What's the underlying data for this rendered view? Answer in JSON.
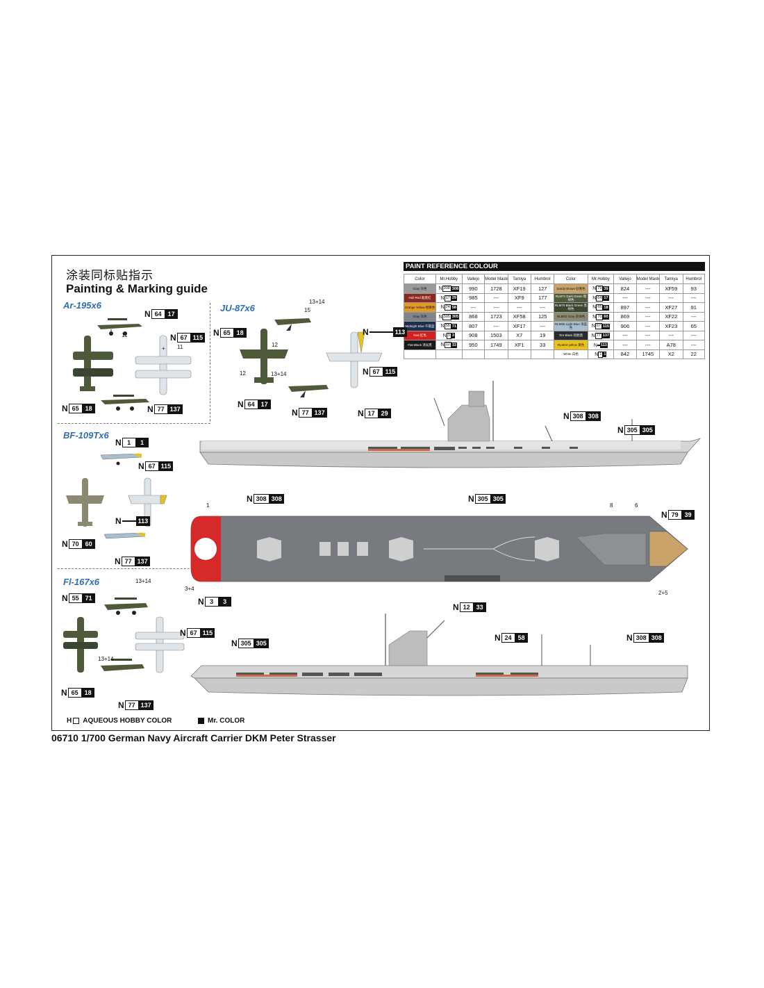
{
  "header": {
    "title_cn": "涂装同标贴指示",
    "title_en": "Painting & Marking guide"
  },
  "aircraft": [
    {
      "name": "Ar-195x6"
    },
    {
      "name": "JU-87x6"
    },
    {
      "name": "BF-109Tx6"
    },
    {
      "name": "Fl-167x6"
    }
  ],
  "paint_table": {
    "title": "PAINT REFERENCE COLOUR",
    "headers": [
      "Color",
      "Mr.Hobby",
      "Vallejo",
      "Model Master",
      "Tamiya",
      "Humbrol"
    ],
    "left": [
      {
        "color_name": "Gray 灰色",
        "swatch": "#9a9a9a",
        "h": "308",
        "m": "308",
        "vallejo": "990",
        "mm": "1728",
        "tamiya": "XF19",
        "humbrol": "127"
      },
      {
        "color_name": "Hull Red 船底红",
        "swatch": "#8a2a1e",
        "h": "17",
        "m": "29",
        "vallejo": "985",
        "mm": "---",
        "tamiya": "XF9",
        "humbrol": "177"
      },
      {
        "color_name": "Orange Yellow 橙黄色",
        "swatch": "#e19a2a",
        "h": "24",
        "m": "58",
        "vallejo": "---",
        "mm": "---",
        "tamiya": "---",
        "humbrol": "---"
      },
      {
        "color_name": "Gray 灰色",
        "swatch": "#7f858a",
        "h": "305",
        "m": "305",
        "vallejo": "868",
        "mm": "1723",
        "tamiya": "XF58",
        "humbrol": "125"
      },
      {
        "color_name": "Midnight Blue 午夜蓝",
        "swatch": "#1e2d4a",
        "h": "55",
        "m": "71",
        "vallejo": "807",
        "mm": "---",
        "tamiya": "XF17",
        "humbrol": "---"
      },
      {
        "color_name": "Red 红色",
        "swatch": "#d21f1f",
        "h": "3",
        "m": "3",
        "vallejo": "908",
        "mm": "1503",
        "tamiya": "X7",
        "humbrol": "19"
      },
      {
        "color_name": "Flat Black 消光黑",
        "swatch": "#1a1a1a",
        "h": "12",
        "m": "33",
        "vallejo": "950",
        "mm": "1749",
        "tamiya": "XF1",
        "humbrol": "33"
      }
    ],
    "right": [
      {
        "color_name": "Sandy Brown 砂黄色",
        "swatch": "#c9a36a",
        "h": "79",
        "m": "39",
        "vallejo": "824",
        "mm": "---",
        "tamiya": "XF59",
        "humbrol": "93"
      },
      {
        "color_name": "RLM71 Dark Green 暗绿色",
        "swatch": "#4f5a3a",
        "h": "64",
        "m": "17",
        "vallejo": "---",
        "mm": "---",
        "tamiya": "---",
        "humbrol": "---"
      },
      {
        "color_name": "RLM70 Black Green 黑绿色",
        "swatch": "#3a4532",
        "h": "65",
        "m": "18",
        "vallejo": "897",
        "mm": "---",
        "tamiya": "XF27",
        "humbrol": "91"
      },
      {
        "color_name": "RLM02 Gray 灰绿色",
        "swatch": "#8b8a70",
        "h": "70",
        "m": "60",
        "vallejo": "869",
        "mm": "---",
        "tamiya": "XF22",
        "humbrol": "---"
      },
      {
        "color_name": "RLM65 Light Blue 浅蓝色",
        "swatch": "#a9bfcf",
        "h": "67",
        "m": "115",
        "vallejo": "906",
        "mm": "---",
        "tamiya": "XF23",
        "humbrol": "65"
      },
      {
        "color_name": "Tire Black 轮胎黑",
        "swatch": "#2b2b2b",
        "h": "77",
        "m": "137",
        "vallejo": "---",
        "mm": "---",
        "tamiya": "---",
        "humbrol": "---"
      },
      {
        "color_name": "RLM04 yellow 黄色",
        "swatch": "#e8c21a",
        "h": "",
        "m": "113",
        "vallejo": "---",
        "mm": "---",
        "tamiya": "A78",
        "humbrol": "---"
      },
      {
        "color_name": "White 白色",
        "swatch": "#ffffff",
        "h": "1",
        "m": "1",
        "vallejo": "842",
        "mm": "1745",
        "tamiya": "X2",
        "humbrol": "22"
      }
    ]
  },
  "callouts": {
    "n": "N",
    "c_64_17": [
      "64",
      "17"
    ],
    "c_67_115": [
      "67",
      "115"
    ],
    "c_65_18": [
      "65",
      "18"
    ],
    "c_77_137": [
      "77",
      "137"
    ],
    "c_blank_113": [
      "",
      "113"
    ],
    "c_1_1": [
      "1",
      "1"
    ],
    "c_70_60": [
      "70",
      "60"
    ],
    "c_55_71": [
      "55",
      "71"
    ],
    "c_17_29": [
      "17",
      "29"
    ],
    "c_308_308": [
      "308",
      "308"
    ],
    "c_305_305": [
      "305",
      "305"
    ],
    "c_79_39": [
      "79",
      "39"
    ],
    "c_3_3": [
      "3",
      "3"
    ],
    "c_12_33": [
      "12",
      "33"
    ],
    "c_24_58": [
      "24",
      "58"
    ]
  },
  "part_numbers": {
    "p11": "11",
    "p12": "12",
    "p13_14": "13+14",
    "p15": "15",
    "p1": "1",
    "p8": "8",
    "p6": "6",
    "p3_4": "3+4",
    "p2_5": "2+5"
  },
  "legend": {
    "aqueous_prefix": "H",
    "aqueous": "AQUEOUS HOBBY COLOR",
    "mr_color": "Mr. COLOR"
  },
  "footer": {
    "caption": "06710 1/700 German Navy Aircraft Carrier DKM Peter Strasser"
  }
}
